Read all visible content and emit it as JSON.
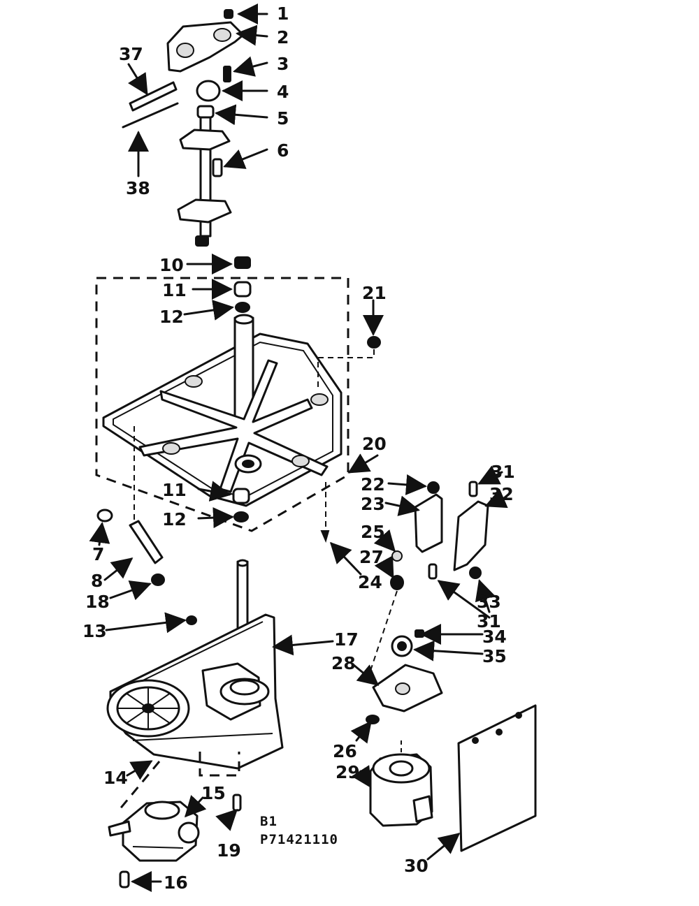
{
  "diagram": {
    "caption_line1": "B1",
    "caption_line2": "P71421110",
    "callouts": [
      "1",
      "2",
      "3",
      "4",
      "5",
      "6",
      "37",
      "38",
      "10",
      "11",
      "12",
      "21",
      "20",
      "11",
      "12",
      "7",
      "8",
      "18",
      "22",
      "23",
      "24",
      "25",
      "27",
      "31",
      "32",
      "33",
      "31",
      "13",
      "17",
      "34",
      "35",
      "28",
      "26",
      "29",
      "14",
      "15",
      "19",
      "16",
      "30"
    ]
  }
}
